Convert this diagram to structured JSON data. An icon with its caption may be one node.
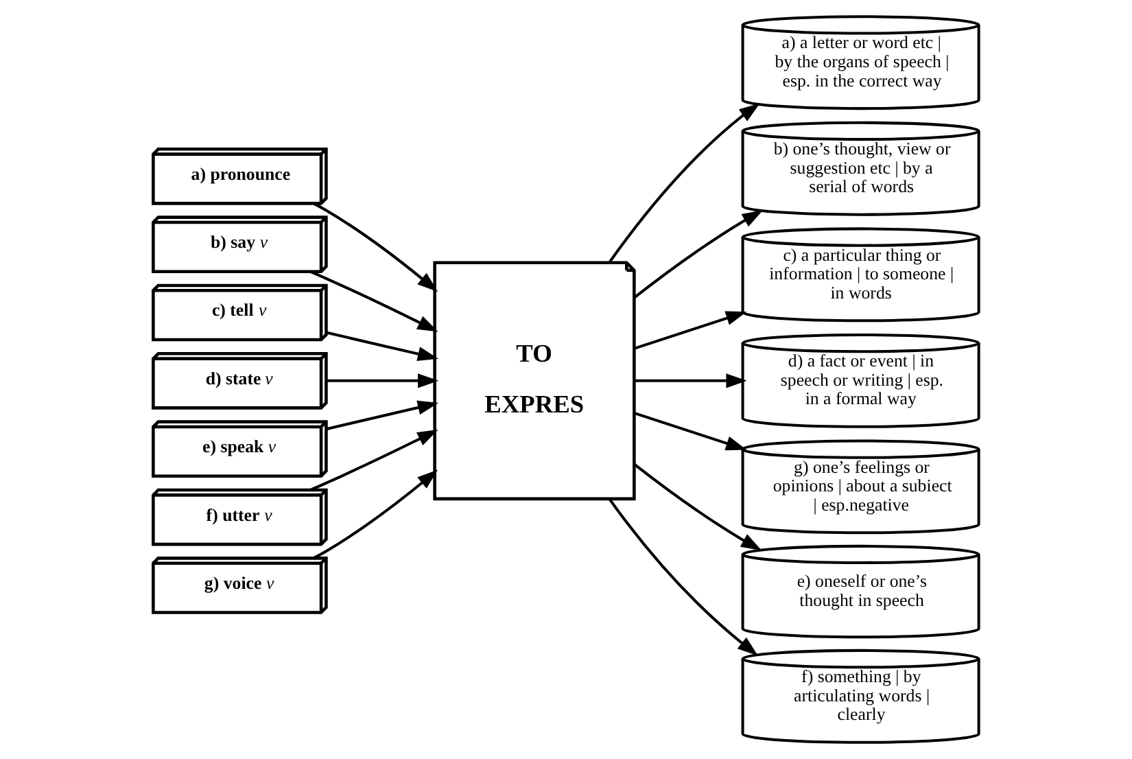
{
  "diagram": {
    "nodes": [
      {
        "text": [
          "**a) pronounce**"
        ]
      },
      {
        "text": [
          "**b) say** *v*"
        ]
      },
      {
        "text": [
          "**c) tell** *v*"
        ]
      },
      {
        "text": [
          "**d) state** *v*"
        ]
      },
      {
        "text": [
          "**e) speak** *v*"
        ]
      },
      {
        "text": [
          "**f) utter** *v*"
        ]
      },
      {
        "text": [
          "**g) voice** *v*"
        ]
      },
      {
        "text": [
          "TO EXPRES"
        ]
      },
      {
        "text": [
          "a) a letter or word etc | by the organs of speech | esp. in the correct way"
        ]
      },
      {
        "text": [
          "b) one’s thought, view or suggestion etc | by a serial of words"
        ]
      },
      {
        "text": [
          "c) a particular thing or information | to someone | in words"
        ]
      },
      {
        "text": [
          "d) a fact or event | in speech or writing | esp. in a formal way"
        ]
      },
      {
        "text": [
          "g) one’s feelings or opinions | about a subiect | esp.negative"
        ]
      },
      {
        "text": [
          "e) oneself or one’s thought in speech"
        ]
      },
      {
        "text": [
          "f) something | by articulating words | clearly"
        ]
      }
    ],
    "edges": [
      {
        "from": 0,
        "to": 7,
        "arrow": "to"
      },
      {
        "from": 1,
        "to": 7,
        "arrow": "to"
      },
      {
        "from": 2,
        "to": 7,
        "arrow": "to"
      },
      {
        "from": 3,
        "to": 7,
        "arrow": "to"
      },
      {
        "from": 4,
        "to": 7,
        "arrow": "to"
      },
      {
        "from": 5,
        "to": 7,
        "arrow": "to"
      },
      {
        "from": 6,
        "to": 7,
        "arrow": "to"
      },
      {
        "from": 7,
        "to": 8,
        "arrow": "to"
      },
      {
        "from": 7,
        "to": 9,
        "arrow": "to"
      },
      {
        "from": 7,
        "to": 10,
        "arrow": "to"
      },
      {
        "from": 7,
        "to": 11,
        "arrow": "to"
      },
      {
        "from": 7,
        "to": 12,
        "arrow": "to"
      },
      {
        "from": 7,
        "to": 13,
        "arrow": "to"
      },
      {
        "from": 7,
        "to": 14,
        "arrow": "to"
      }
    ]
  }
}
